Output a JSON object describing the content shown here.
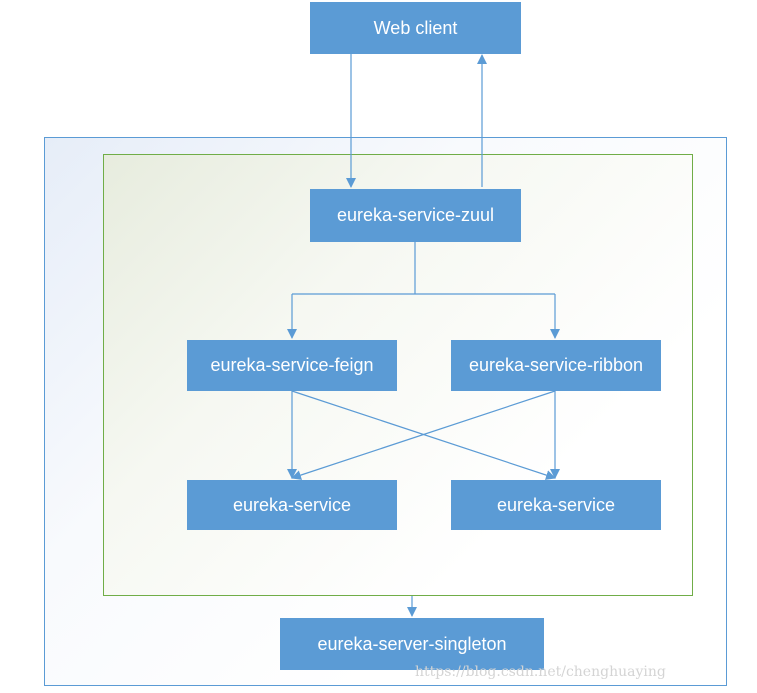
{
  "nodes": {
    "web_client": "Web client",
    "zuul": "eureka-service-zuul",
    "feign": "eureka-service-feign",
    "ribbon": "eureka-service-ribbon",
    "service_left": "eureka-service",
    "service_right": "eureka-service",
    "server_singleton": "eureka-server-singleton"
  },
  "watermark": "https://blog.csdn.net/chenghuaying",
  "colors": {
    "node_fill": "#5b9bd5",
    "outer_border": "#5b9bd5",
    "inner_border": "#70ad47",
    "edge": "#5b9bd5"
  }
}
